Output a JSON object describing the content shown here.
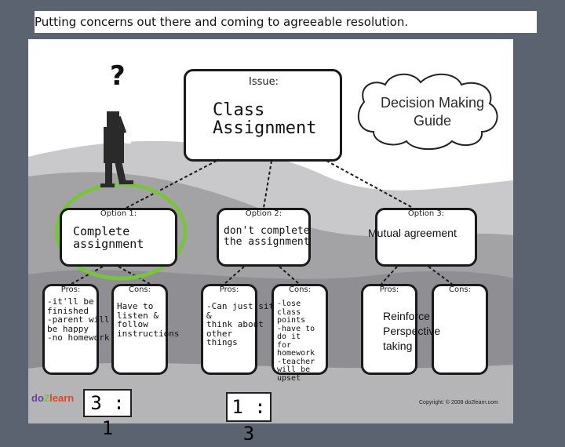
{
  "slide": {
    "title": "Putting concerns out there and coming to agreeable resolution."
  },
  "guide": {
    "heading": "Decision Making Guide",
    "issue_label": "Issue:",
    "issue_text": "Class Assignment",
    "options": [
      {
        "label": "Option 1:",
        "text": "Complete assignment",
        "pros_label": "Pros:",
        "pros_text": "-it'll be finished\n-parent will be happy\n-no homework",
        "cons_label": "Cons:",
        "cons_text": "Have to listen &\nfollow\ninstructions"
      },
      {
        "label": "Option 2:",
        "text": "don't complete the assignment",
        "pros_label": "Pros:",
        "pros_text": "-Can just sit &\nthink about\nother\nthings",
        "cons_label": "Cons:",
        "cons_text": "-lose class points\n-have to do it\nfor homework\n-teacher will be upset"
      },
      {
        "label": "Option 3:",
        "text": "Mutual agreement",
        "pros_label": "Pros:",
        "pros_text": "",
        "cons_label": "Cons:",
        "cons_text": "Reinforce Perspective taking"
      }
    ],
    "tallies": [
      "3 : 1",
      "1 : 3"
    ],
    "logo": {
      "part1": "do",
      "part2": "2",
      "part3": "learn"
    },
    "copyright": "Copyright: © 2008 do2learn.com",
    "question_mark": "?"
  }
}
